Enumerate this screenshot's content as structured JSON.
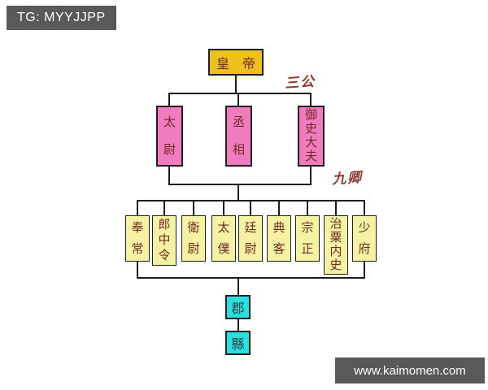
{
  "watermarks": {
    "tg_badge": "TG: MYYJJPP",
    "site_badge": "www.kaimomen.com"
  },
  "diagram": {
    "emperor": "皇帝",
    "group_labels": {
      "sangong": "三公",
      "jiuqing": "九卿"
    },
    "sangong_boxes": [
      "太尉",
      "丞相",
      "御史大夫"
    ],
    "jiuqing_boxes": [
      "奉常",
      "郎中令",
      "衛尉",
      "太僕",
      "廷尉",
      "典客",
      "宗正",
      "治粟内史",
      "少府"
    ],
    "local_boxes": [
      "郡",
      "縣"
    ]
  },
  "colors": {
    "emperor_box": "#edc11d",
    "sangong_box": "#f07bbf",
    "jiuqing_box": "#f5f3a3",
    "local_box": "#29e0e0",
    "box_text": "#732a20",
    "label_red": "#8d3a32",
    "line": "#1b1b1b",
    "badge_bg": "#59595b"
  }
}
